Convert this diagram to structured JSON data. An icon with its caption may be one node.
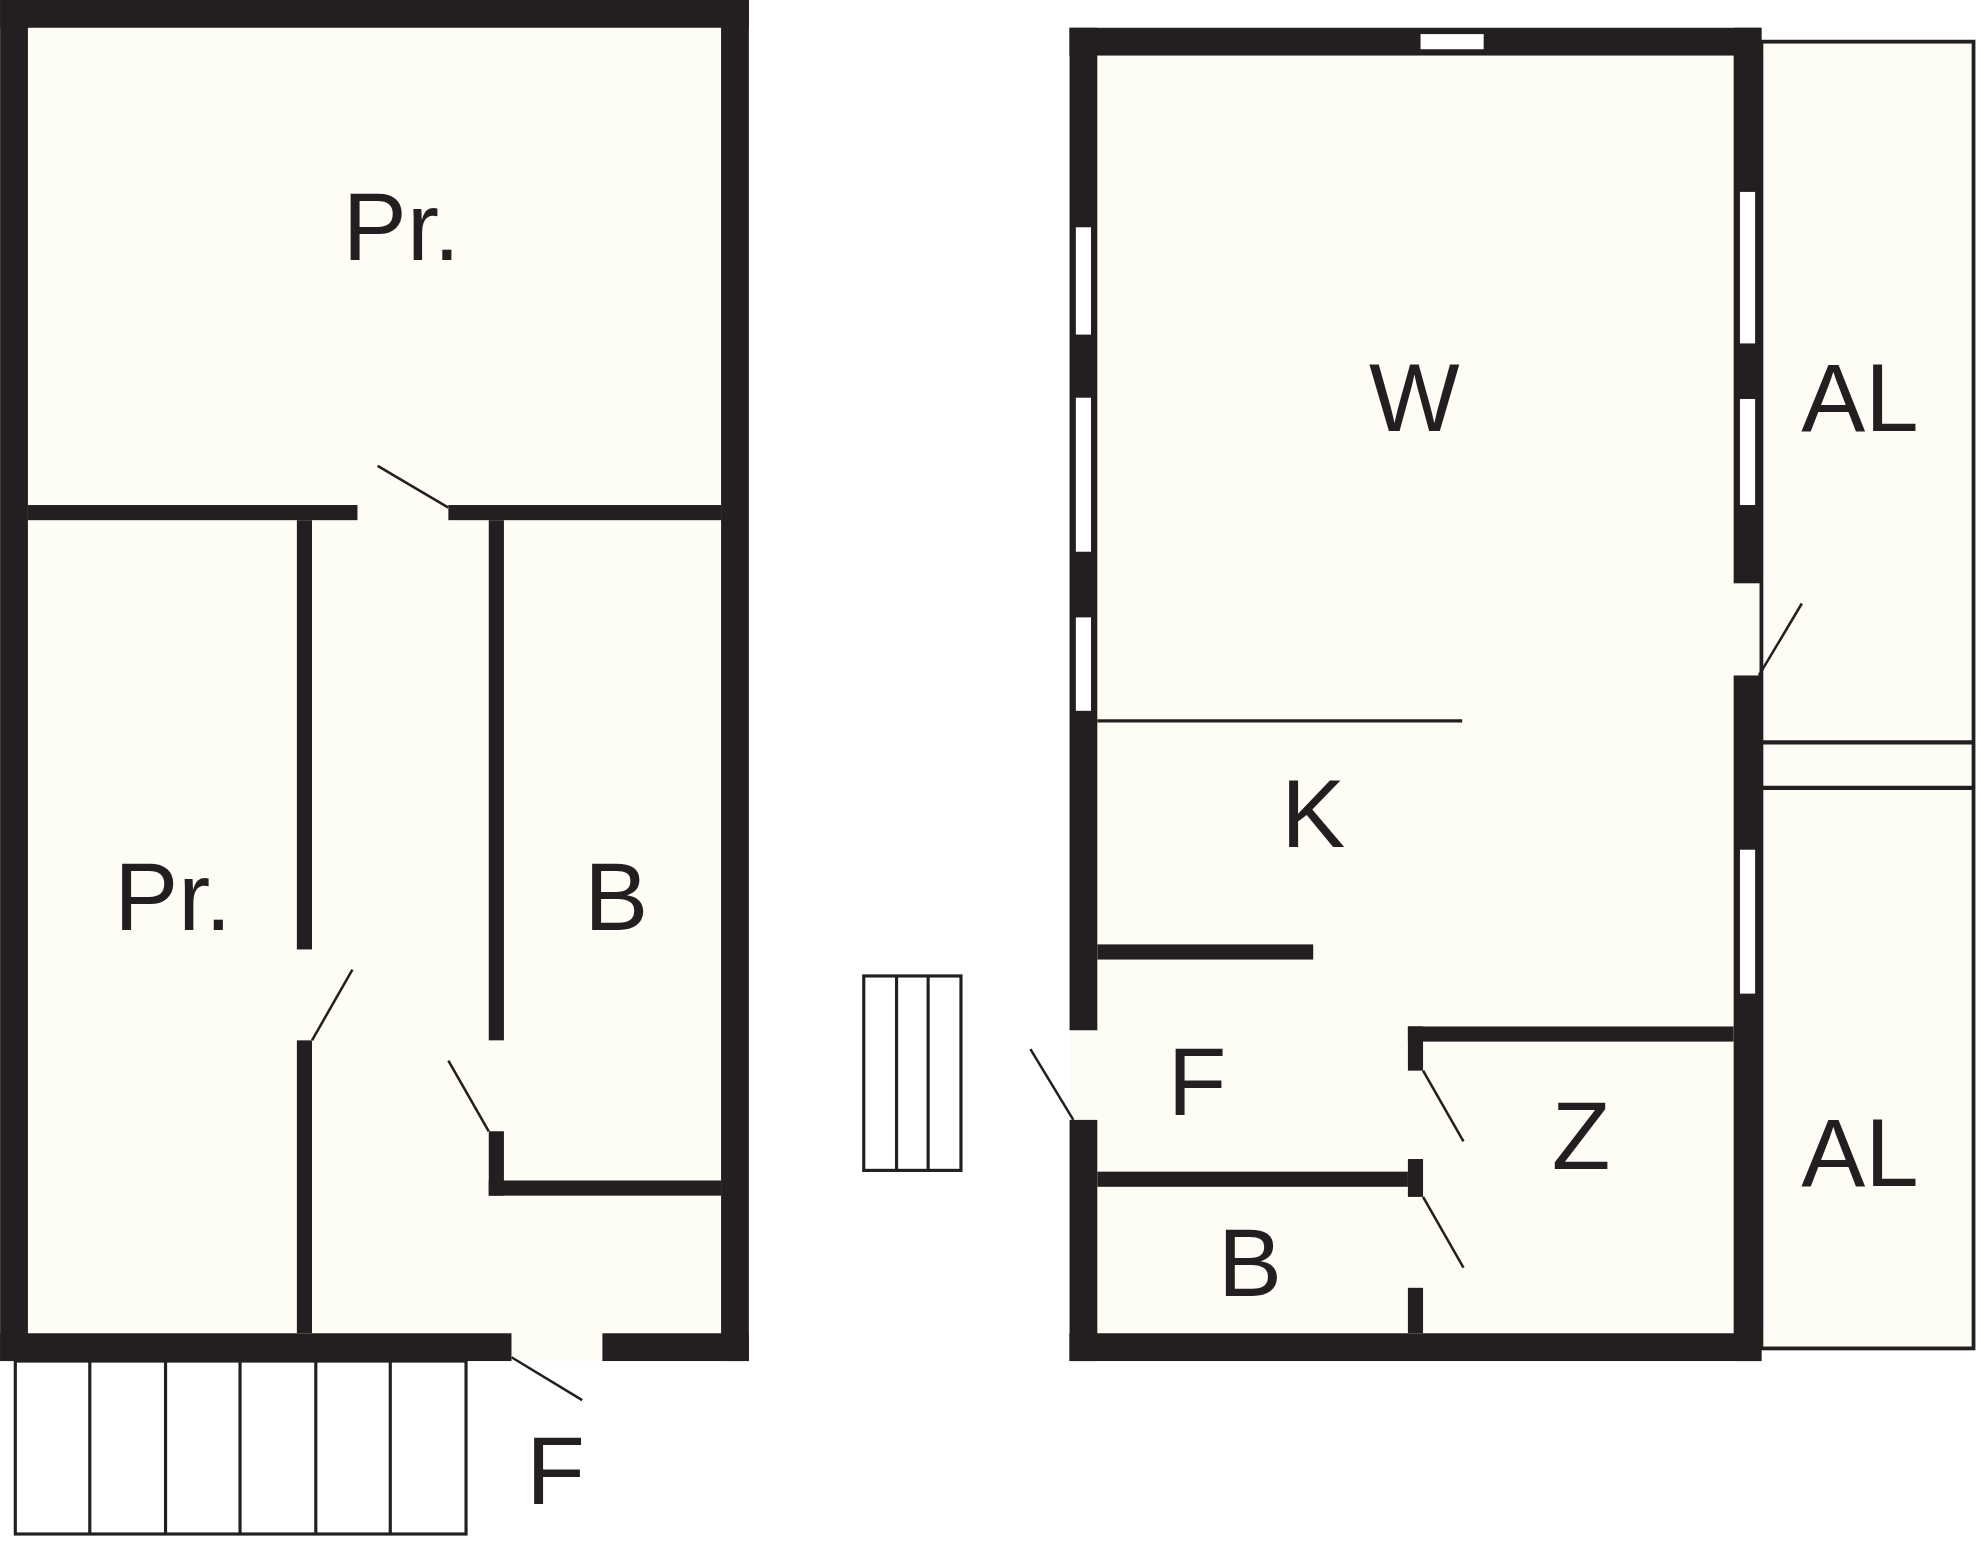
{
  "diagram": {
    "nodes": [
      {
        "text": [
          "Pr."
        ]
      },
      {
        "text": [
          "Pr."
        ]
      },
      {
        "text": [
          "B"
        ]
      },
      {
        "text": [
          "W"
        ]
      },
      {
        "text": [
          "AL"
        ]
      },
      {
        "text": [
          "K"
        ]
      },
      {
        "text": [
          "F"
        ]
      },
      {
        "text": [
          "Z"
        ]
      },
      {
        "text": [
          "B"
        ]
      },
      {
        "text": [
          "AL"
        ]
      }
    ],
    "labels": [
      "F"
    ]
  }
}
